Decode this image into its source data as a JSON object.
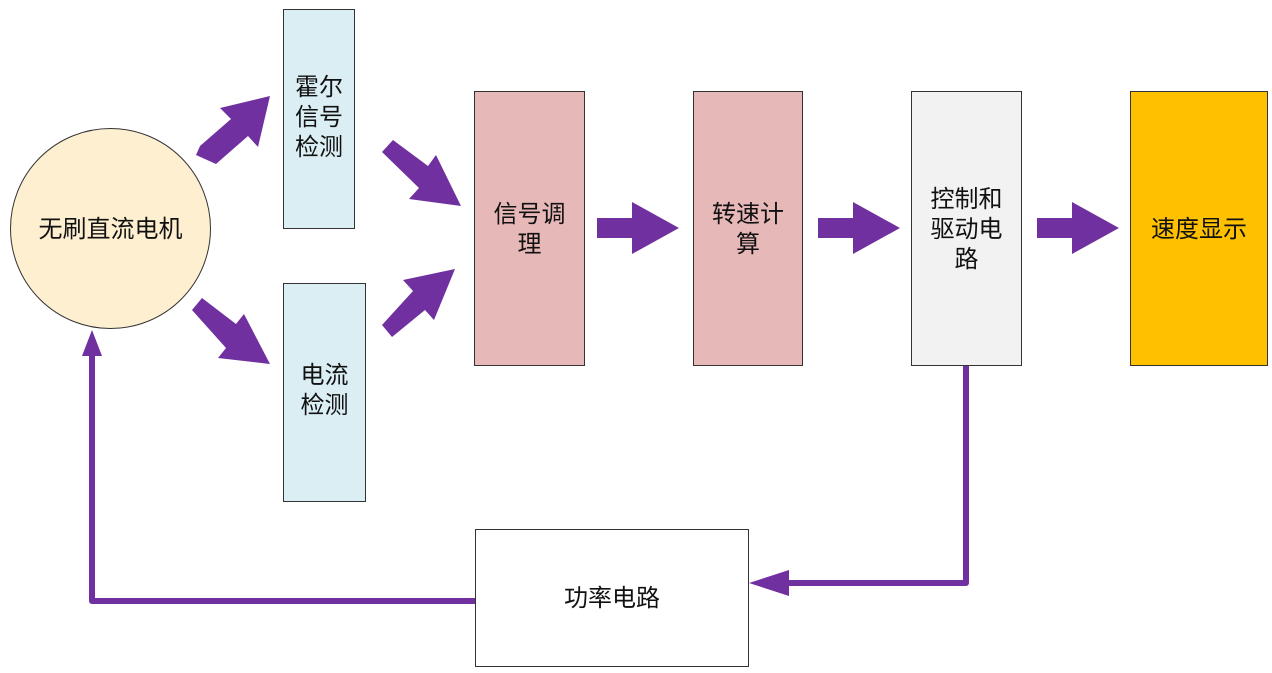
{
  "diagram": {
    "type": "block-diagram",
    "title": "",
    "colors": {
      "arrow": "#7030a0",
      "motor_fill": "#fdefcf",
      "sensor_fill": "#daeef3",
      "processing_fill": "#e6b8b7",
      "driver_fill": "#f2f2f2",
      "display_fill": "#ffc000",
      "power_fill": "#ffffff"
    },
    "nodes": {
      "motor": {
        "label": "无刷直流电机",
        "shape": "circle"
      },
      "hall": {
        "label_lines": [
          "霍尔",
          "信号",
          "检测"
        ],
        "shape": "rect"
      },
      "current": {
        "label_lines": [
          "电流",
          "检测"
        ],
        "shape": "rect"
      },
      "conditioning": {
        "label_lines": [
          "信号调",
          "理"
        ],
        "shape": "rect"
      },
      "speed_calc": {
        "label_lines": [
          "转速计",
          "算"
        ],
        "shape": "rect"
      },
      "control_drive": {
        "label_lines": [
          "控制和",
          "驱动电",
          "路"
        ],
        "shape": "rect"
      },
      "speed_display": {
        "label": "速度显示",
        "shape": "rect"
      },
      "power": {
        "label": "功率电路",
        "shape": "rect"
      }
    },
    "edges": [
      {
        "from": "motor",
        "to": "hall",
        "style": "block-arrow"
      },
      {
        "from": "motor",
        "to": "current",
        "style": "block-arrow"
      },
      {
        "from": "hall",
        "to": "conditioning",
        "style": "block-arrow"
      },
      {
        "from": "current",
        "to": "conditioning",
        "style": "block-arrow"
      },
      {
        "from": "conditioning",
        "to": "speed_calc",
        "style": "block-arrow"
      },
      {
        "from": "speed_calc",
        "to": "control_drive",
        "style": "block-arrow"
      },
      {
        "from": "control_drive",
        "to": "speed_display",
        "style": "block-arrow"
      },
      {
        "from": "control_drive",
        "to": "power",
        "style": "line-arrow"
      },
      {
        "from": "power",
        "to": "motor",
        "style": "line-arrow"
      }
    ]
  }
}
